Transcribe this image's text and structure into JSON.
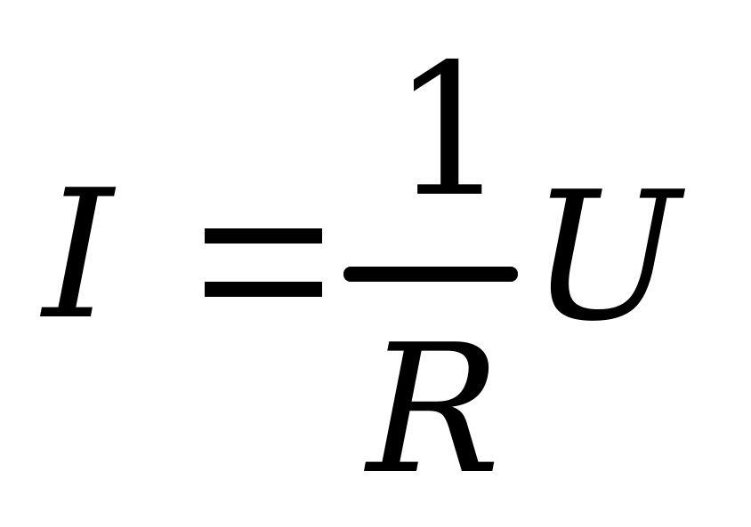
{
  "equation": {
    "lhs": "I",
    "equals": "=",
    "fraction": {
      "numerator": "1",
      "denominator": "R"
    },
    "rhs_variable": "U"
  },
  "colors": {
    "text": "#000000",
    "background": "#ffffff"
  }
}
